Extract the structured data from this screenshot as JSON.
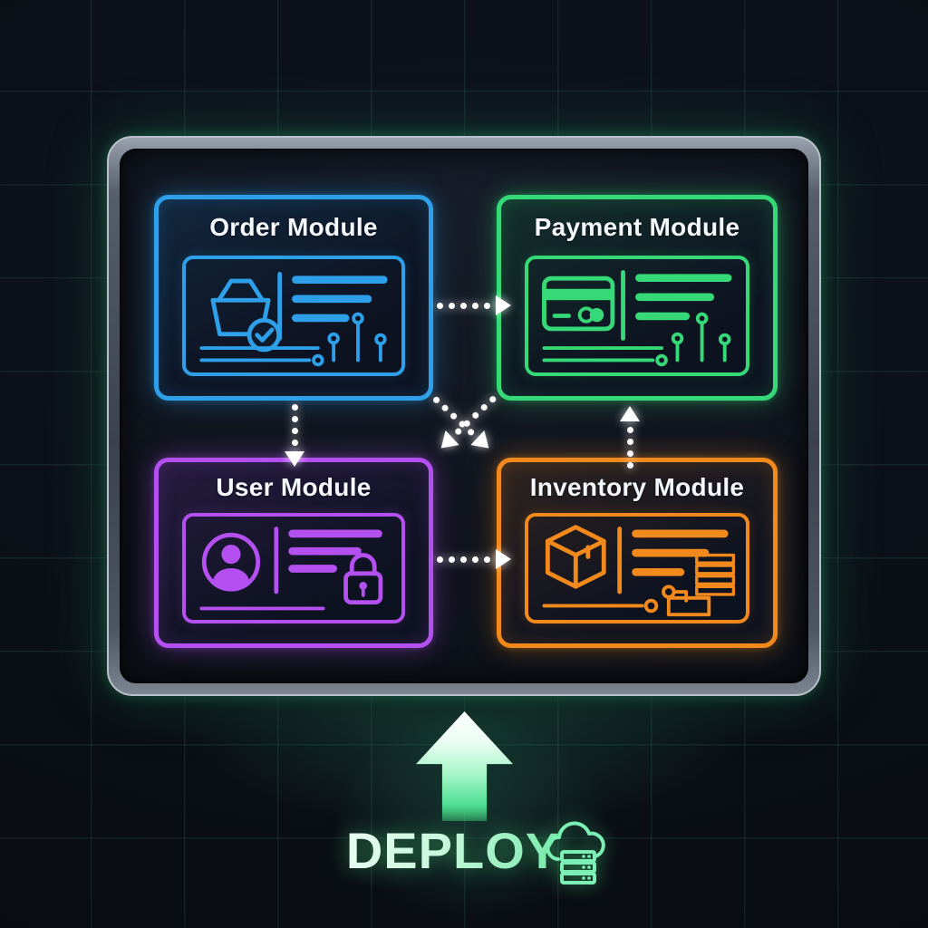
{
  "diagram": {
    "type": "architecture-modules",
    "deploy": {
      "label": "DEPLOY",
      "icon": "cloud-server-icon",
      "arrow": "up-block-arrow",
      "color": "#4ADE80"
    }
  },
  "modules": [
    {
      "id": "order",
      "title": "Order Module",
      "color": "#2E9FE9",
      "icon": "shopping-basket-check-icon"
    },
    {
      "id": "payment",
      "title": "Payment Module",
      "color": "#36D977",
      "icon": "credit-card-icon"
    },
    {
      "id": "user",
      "title": "User Module",
      "color": "#B44FF0",
      "icon": "user-avatar-icon"
    },
    {
      "id": "inventory",
      "title": "Inventory Module",
      "color": "#F1891D",
      "icon": "package-box-icon"
    }
  ],
  "connections": [
    {
      "from": "Order Module",
      "to": "Payment Module",
      "style": "dotted-arrow",
      "direction": "right"
    },
    {
      "from": "Order Module",
      "to": "User Module",
      "style": "dotted-arrow",
      "direction": "down"
    },
    {
      "from": "Order Module",
      "to": "Inventory Module",
      "style": "dotted-arrow",
      "direction": "diagonal"
    },
    {
      "from": "Payment Module",
      "to": "User Module",
      "style": "dotted-arrow",
      "direction": "diagonal"
    },
    {
      "from": "User Module",
      "to": "Inventory Module",
      "style": "dotted-arrow",
      "direction": "right"
    },
    {
      "from": "Inventory Module",
      "to": "Payment Module",
      "style": "dotted-arrow",
      "direction": "up"
    }
  ],
  "colors": {
    "background": "#0B0F16",
    "grid_line": "#2AD4A3",
    "frame_bezel": "#4C5562",
    "screen": "#10141D",
    "arrow_white": "#FFFFFF",
    "deploy_green": "#4ADE80"
  }
}
